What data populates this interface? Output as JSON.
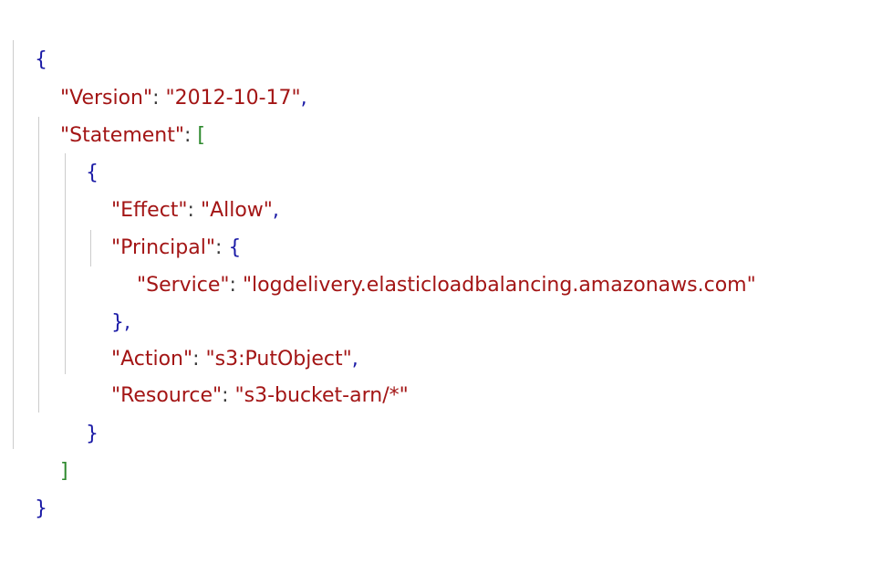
{
  "json_doc": {
    "open_brace": "{",
    "close_brace": "}",
    "version_key": "\"Version\"",
    "version_value": "\"2012-10-17\"",
    "statement_key": "\"Statement\"",
    "array_open": "[",
    "array_close": "]",
    "stmt_open": "{",
    "stmt_close": "}",
    "effect_key": "\"Effect\"",
    "effect_value": "\"Allow\"",
    "principal_key": "\"Principal\"",
    "principal_open": "{",
    "principal_close": "}",
    "service_key": "\"Service\"",
    "service_value": "\"logdelivery.elasticloadbalancing.amazonaws.com\"",
    "action_key": "\"Action\"",
    "action_value": "\"s3:PutObject\"",
    "resource_key": "\"Resource\"",
    "resource_value": "\"s3-bucket-arn/*\"",
    "colon": ": ",
    "comma": ","
  }
}
